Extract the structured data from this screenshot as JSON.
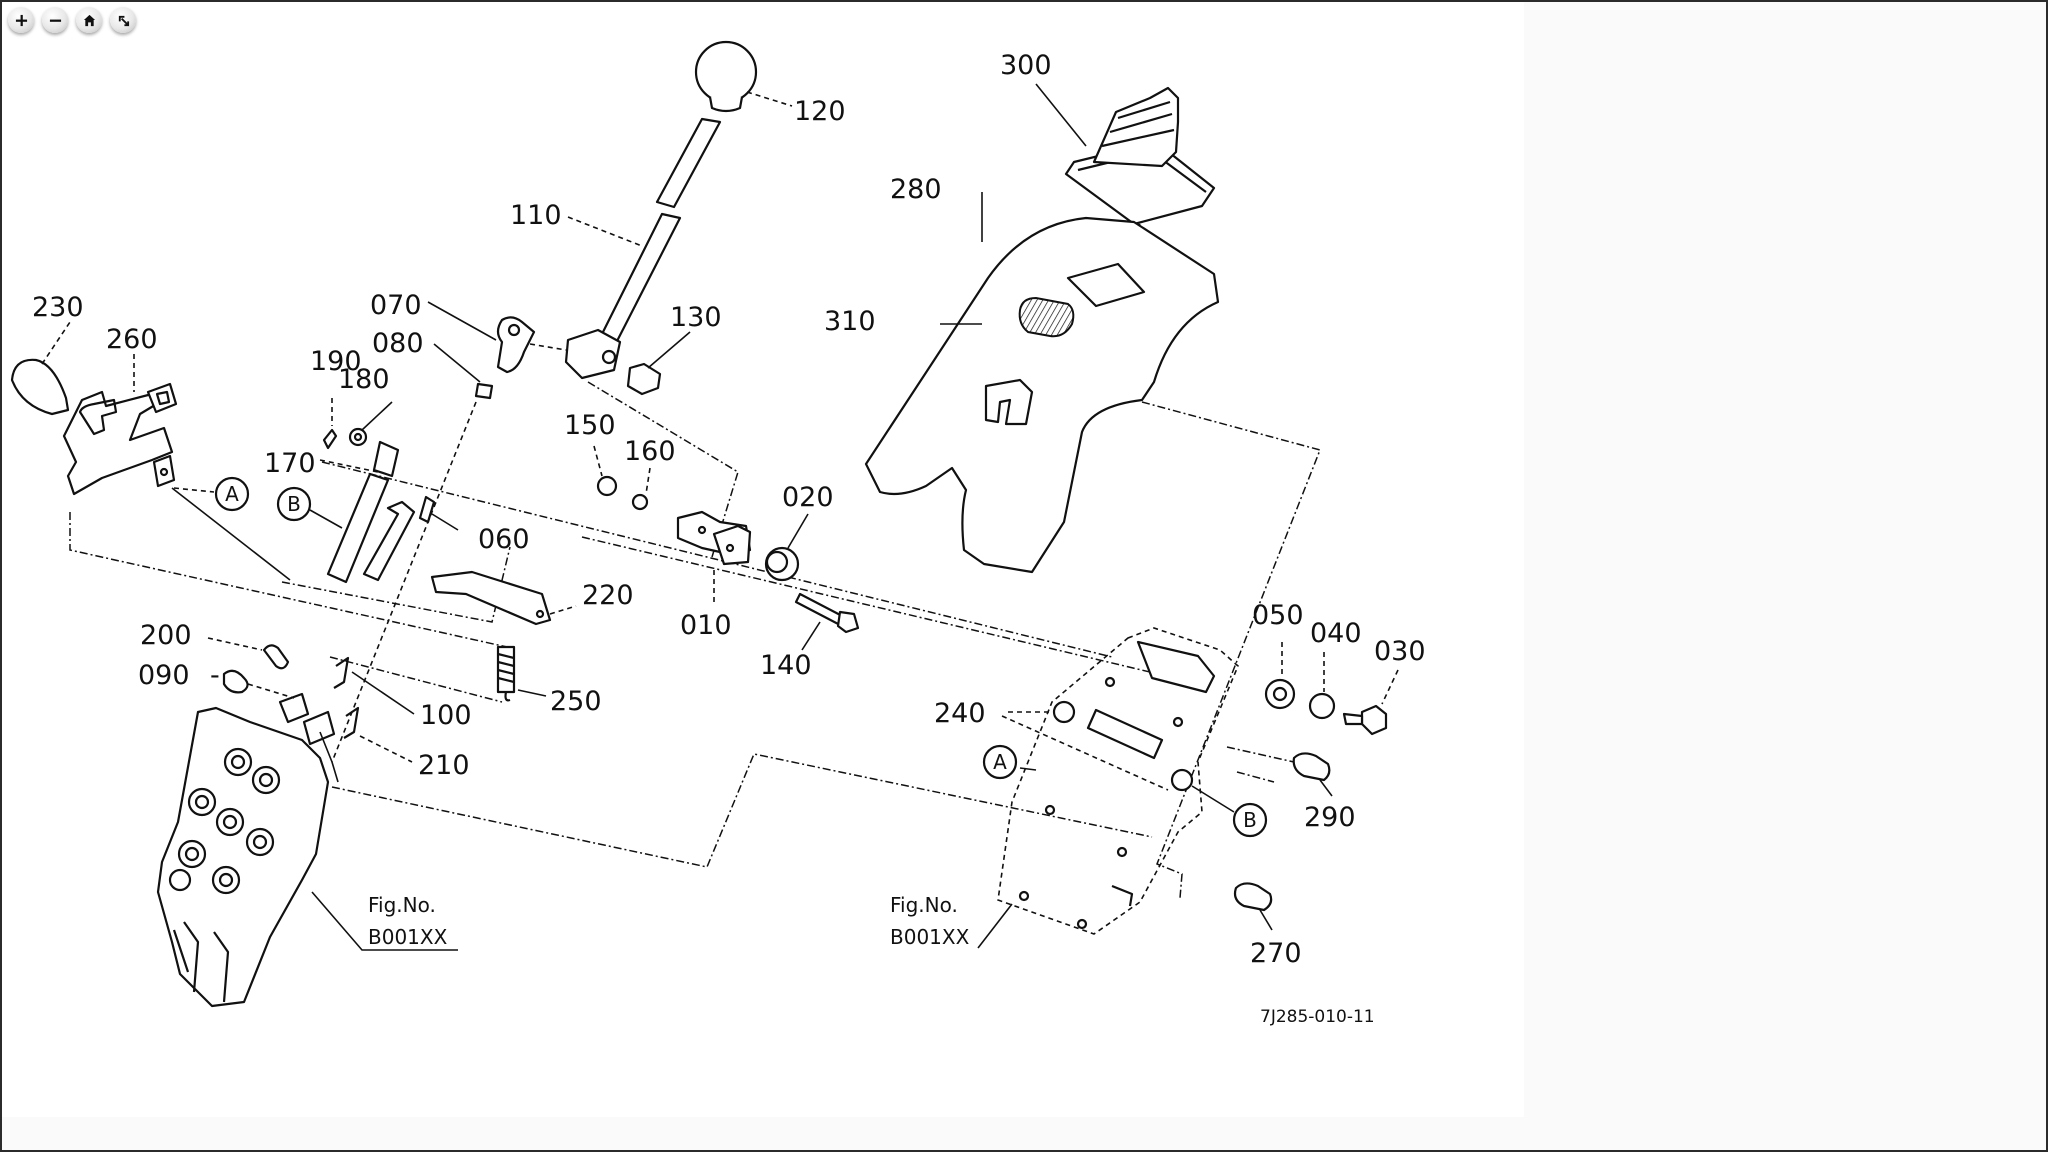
{
  "viewer": {
    "zoom_controls": [
      {
        "name": "zoom-in",
        "icon": "plus-icon",
        "glyph": "+"
      },
      {
        "name": "zoom-out",
        "icon": "minus-icon",
        "glyph": "−"
      },
      {
        "name": "home",
        "icon": "home-icon",
        "glyph": "⌂"
      },
      {
        "name": "fit",
        "icon": "fit-screen-icon",
        "glyph": "⤡"
      }
    ]
  },
  "diagram": {
    "drawing_number": "7J285-010-11",
    "part_labels": {
      "p010": "010",
      "p020": "020",
      "p030": "030",
      "p040": "040",
      "p050": "050",
      "p060": "060",
      "p070": "070",
      "p080": "080",
      "p090": "090",
      "p100": "100",
      "p110": "110",
      "p120": "120",
      "p130": "130",
      "p140": "140",
      "p150": "150",
      "p160": "160",
      "p170": "170",
      "p180": "180",
      "p190": "190",
      "p200": "200",
      "p210": "210",
      "p220": "220",
      "p230": "230",
      "p240": "240",
      "p250": "250",
      "p260": "260",
      "p270": "270",
      "p280": "280",
      "p290": "290",
      "p300": "300",
      "p310": "310"
    },
    "callouts": {
      "a": "A",
      "b": "B"
    },
    "fig_refs": [
      {
        "line1": "Fig.No.",
        "line2": "B001XX"
      },
      {
        "line1": "Fig.No.",
        "line2": "B001XX"
      }
    ]
  }
}
